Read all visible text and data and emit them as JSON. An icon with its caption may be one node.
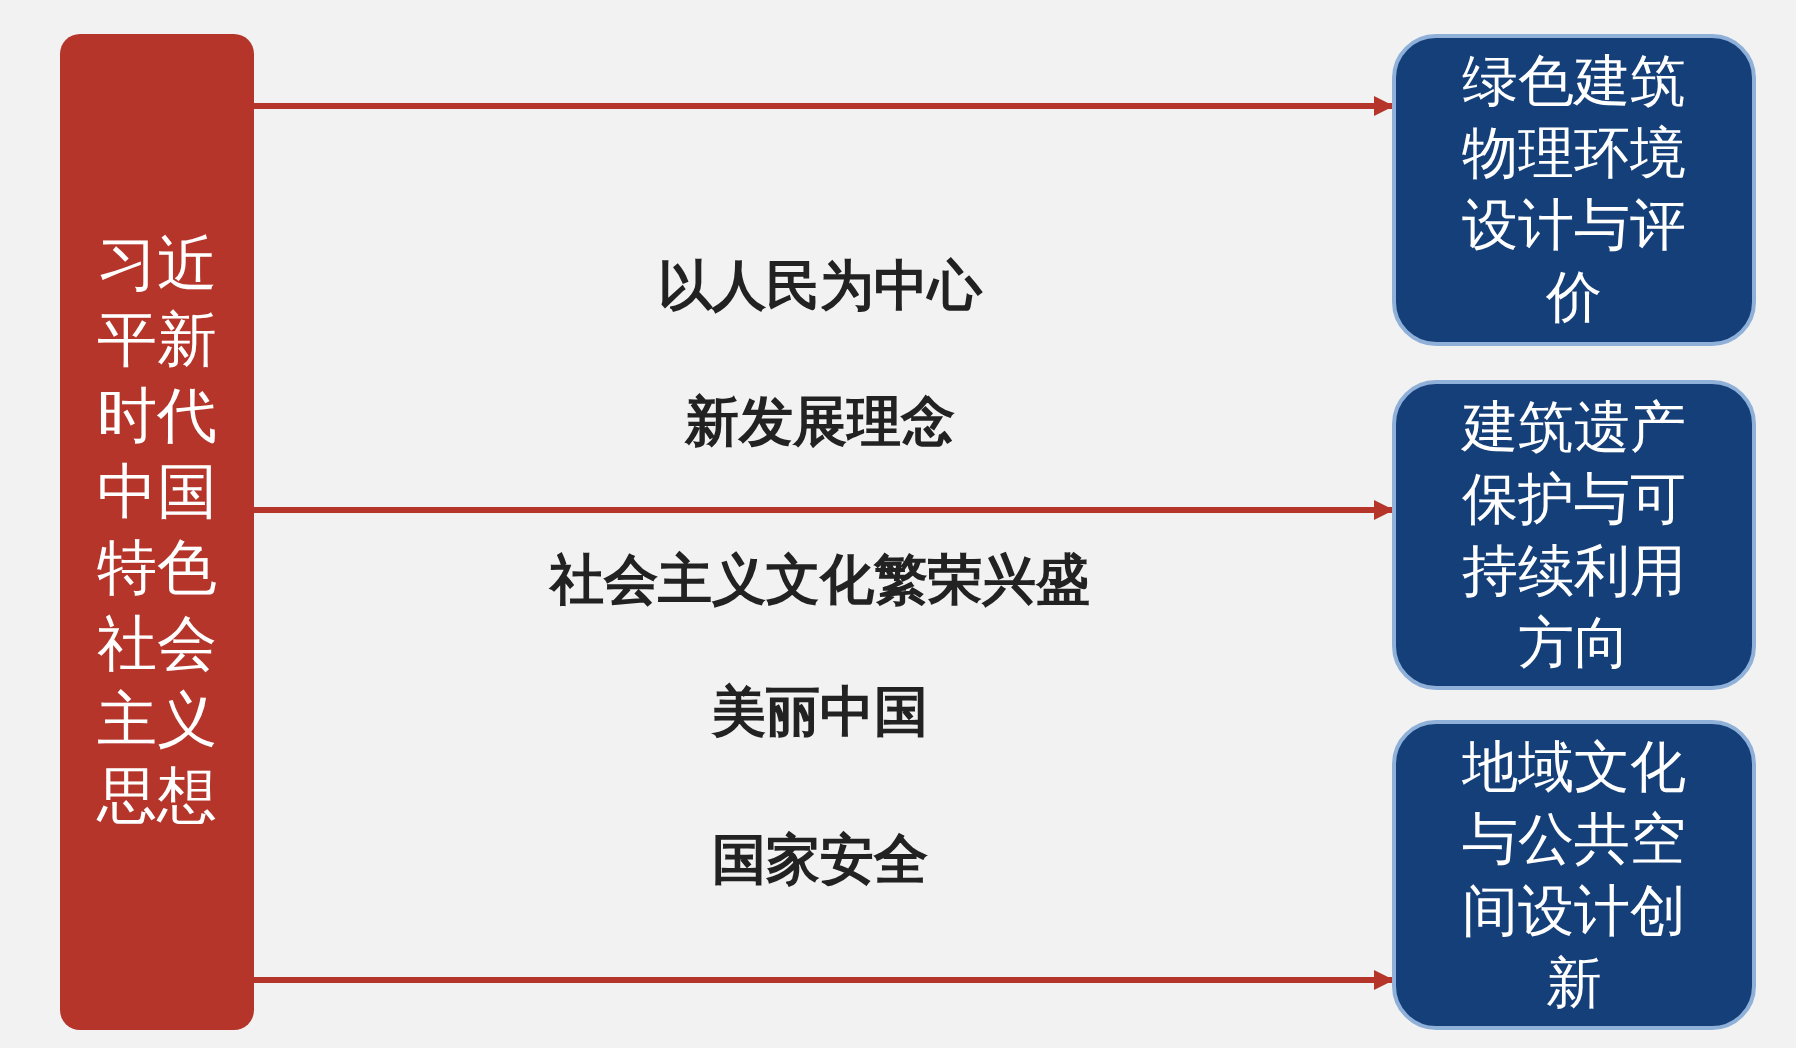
{
  "diagram": {
    "nodes": [
      {
        "text": [
          "习近平新时代中国特色社会主义思想"
        ]
      },
      {
        "text": [
          "绿色建筑物理环境设计与评价"
        ]
      },
      {
        "text": [
          "建筑遗产保护与可持续利用方向"
        ]
      },
      {
        "text": [
          "地域文化与公共空间设计创新"
        ]
      }
    ],
    "edges": [
      {
        "from": 0,
        "to": 1,
        "arrow": "to"
      },
      {
        "from": 0,
        "to": 2,
        "arrow": "to"
      },
      {
        "from": 0,
        "to": 3,
        "arrow": "to"
      }
    ],
    "labels": [
      "以人民为中心",
      "新发展理念",
      "社会主义文化繁荣兴盛",
      "美丽中国",
      "国家安全"
    ]
  }
}
